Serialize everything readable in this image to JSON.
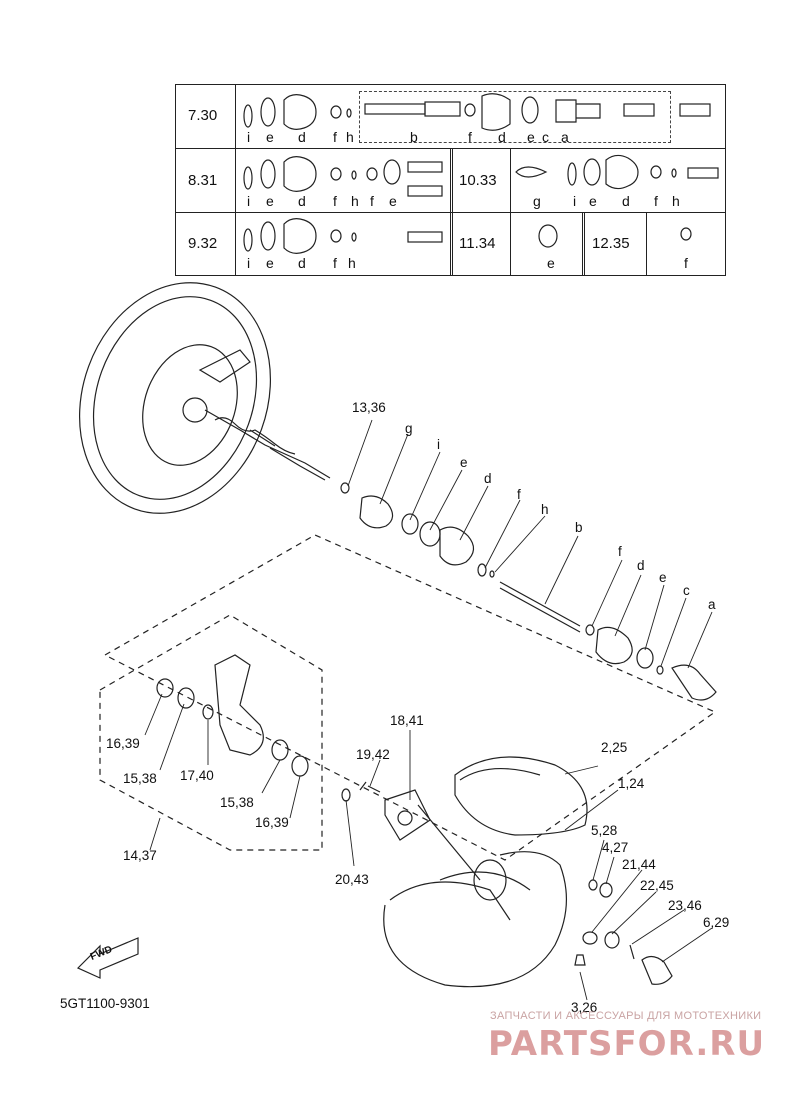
{
  "table": {
    "row1": {
      "ref": "7.30",
      "letters": [
        "i",
        "e",
        "d",
        "f",
        "h",
        "b",
        "f",
        "d",
        "e",
        "c",
        "a"
      ]
    },
    "row2": {
      "ref": "8.31",
      "letters": [
        "i",
        "e",
        "d",
        "f",
        "h",
        "f",
        "e"
      ],
      "ref2": "10.33",
      "letters2": [
        "g",
        "i",
        "e",
        "d",
        "f",
        "h"
      ]
    },
    "row3": {
      "ref": "9.32",
      "letters": [
        "i",
        "e",
        "d",
        "f",
        "h"
      ],
      "ref2": "11.34",
      "letter2": "e",
      "ref3": "12.35",
      "letter3": "f"
    }
  },
  "callouts": {
    "c1336": "13,36",
    "g": "g",
    "i": "i",
    "e1": "e",
    "d1": "d",
    "f1": "f",
    "h": "h",
    "b": "b",
    "f2": "f",
    "d2": "d",
    "e2": "e",
    "c": "c",
    "a": "a",
    "c1639a": "16,39",
    "c1538a": "15,38",
    "c1740": "17,40",
    "c1538b": "15,38",
    "c1639b": "16,39",
    "c1437": "14,37",
    "c1841": "18,41",
    "c1942": "19,42",
    "c2043": "20,43",
    "c225": "2,25",
    "c124": "1,24",
    "c528": "5,28",
    "c427": "4,27",
    "c2144": "21,44",
    "c2245": "22,45",
    "c2346": "23,46",
    "c629": "6,29",
    "c326": "3,26"
  },
  "fwd_label": "FWD",
  "part_number": "5GT1100-9301",
  "watermark": {
    "top": "ЗАПЧАСТИ И АКСЕССУАРЫ ДЛЯ МОТОТЕХНИКИ",
    "logo": "PARTSFOR.RU"
  }
}
